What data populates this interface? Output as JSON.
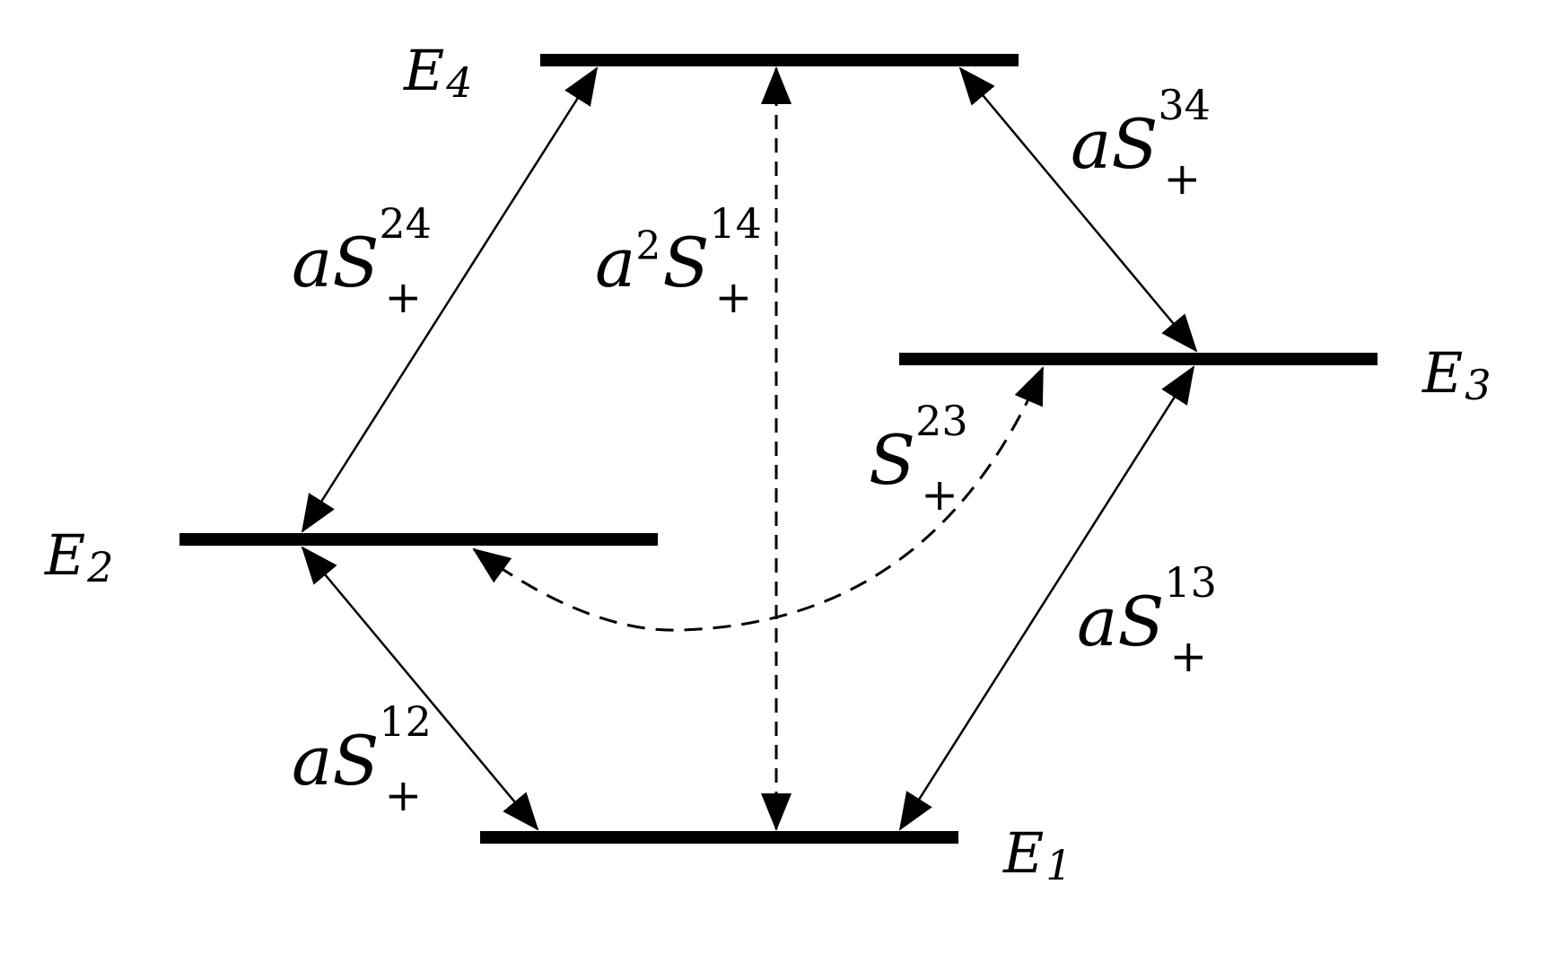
{
  "levels": [
    {
      "id": "E1",
      "base": "E",
      "sub": "1"
    },
    {
      "id": "E2",
      "base": "E",
      "sub": "2"
    },
    {
      "id": "E3",
      "base": "E",
      "sub": "3"
    },
    {
      "id": "E4",
      "base": "E",
      "sub": "4"
    }
  ],
  "transitions": [
    {
      "id": "t24",
      "coef": "a",
      "power": "",
      "symbol": "S",
      "sup": "24",
      "sub": "+",
      "style": "solid"
    },
    {
      "id": "t14",
      "coef": "a",
      "power": "2",
      "symbol": "S",
      "sup": "14",
      "sub": "+",
      "style": "dashed"
    },
    {
      "id": "t34",
      "coef": "a",
      "power": "",
      "symbol": "S",
      "sup": "34",
      "sub": "+",
      "style": "solid"
    },
    {
      "id": "t23",
      "coef": "",
      "power": "",
      "symbol": "S",
      "sup": "23",
      "sub": "+",
      "style": "dashed"
    },
    {
      "id": "t13",
      "coef": "a",
      "power": "",
      "symbol": "S",
      "sup": "13",
      "sub": "+",
      "style": "solid"
    },
    {
      "id": "t12",
      "coef": "a",
      "power": "",
      "symbol": "S",
      "sup": "12",
      "sub": "+",
      "style": "solid"
    }
  ]
}
